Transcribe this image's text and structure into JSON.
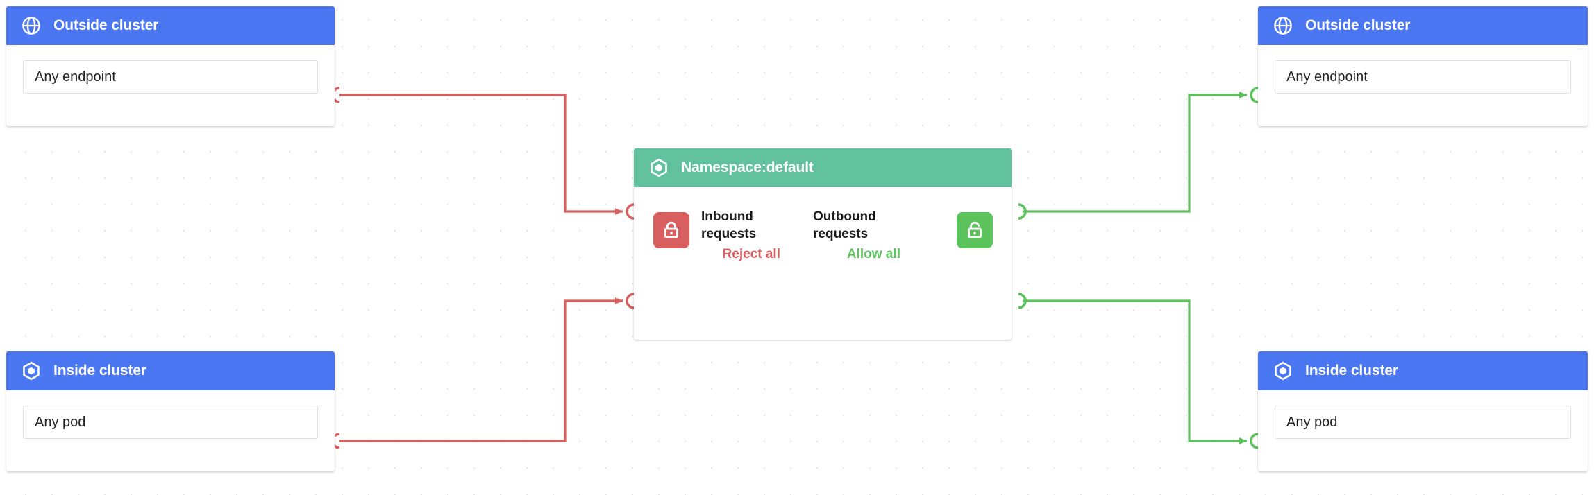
{
  "canvas": {
    "background_color": "#ffffff",
    "grid_dot_color": "#e6e7e9"
  },
  "colors": {
    "blue_header": "#4a76f2",
    "green_header": "#62c2a0",
    "deny_red": "#d95f5f",
    "allow_green": "#5cc25c"
  },
  "nodes": {
    "outside_left": {
      "title": "Outside cluster",
      "icon": "globe-icon",
      "selector_value": "Any endpoint",
      "header_color": "#4a76f2"
    },
    "inside_left": {
      "title": "Inside cluster",
      "icon": "hexagon-pod-icon",
      "selector_value": "Any pod",
      "header_color": "#4a76f2"
    },
    "namespace": {
      "title": "Namespace:default",
      "icon": "hexagon-pod-icon",
      "header_color": "#62c2a0",
      "inbound": {
        "label": "Inbound requests",
        "verdict": "Reject all",
        "icon": "lock-closed-icon",
        "color": "#d95f5f"
      },
      "outbound": {
        "label": "Outbound requests",
        "verdict": "Allow all",
        "icon": "lock-open-icon",
        "color": "#5cc25c"
      }
    },
    "outside_right": {
      "title": "Outside cluster",
      "icon": "globe-icon",
      "selector_value": "Any endpoint",
      "header_color": "#4a76f2"
    },
    "inside_right": {
      "title": "Inside cluster",
      "icon": "hexagon-pod-icon",
      "selector_value": "Any pod",
      "header_color": "#4a76f2"
    }
  },
  "edges": [
    {
      "name": "edge-outside-left-to-namespace",
      "from": "outside_left",
      "to": "namespace",
      "direction": "inbound",
      "color": "#d95f5f",
      "verdict": "Reject all"
    },
    {
      "name": "edge-inside-left-to-namespace",
      "from": "inside_left",
      "to": "namespace",
      "direction": "inbound",
      "color": "#d95f5f",
      "verdict": "Reject all"
    },
    {
      "name": "edge-namespace-to-outside-right",
      "from": "namespace",
      "to": "outside_right",
      "direction": "outbound",
      "color": "#5cc25c",
      "verdict": "Allow all"
    },
    {
      "name": "edge-namespace-to-inside-right",
      "from": "namespace",
      "to": "inside_right",
      "direction": "outbound",
      "color": "#5cc25c",
      "verdict": "Allow all"
    }
  ]
}
